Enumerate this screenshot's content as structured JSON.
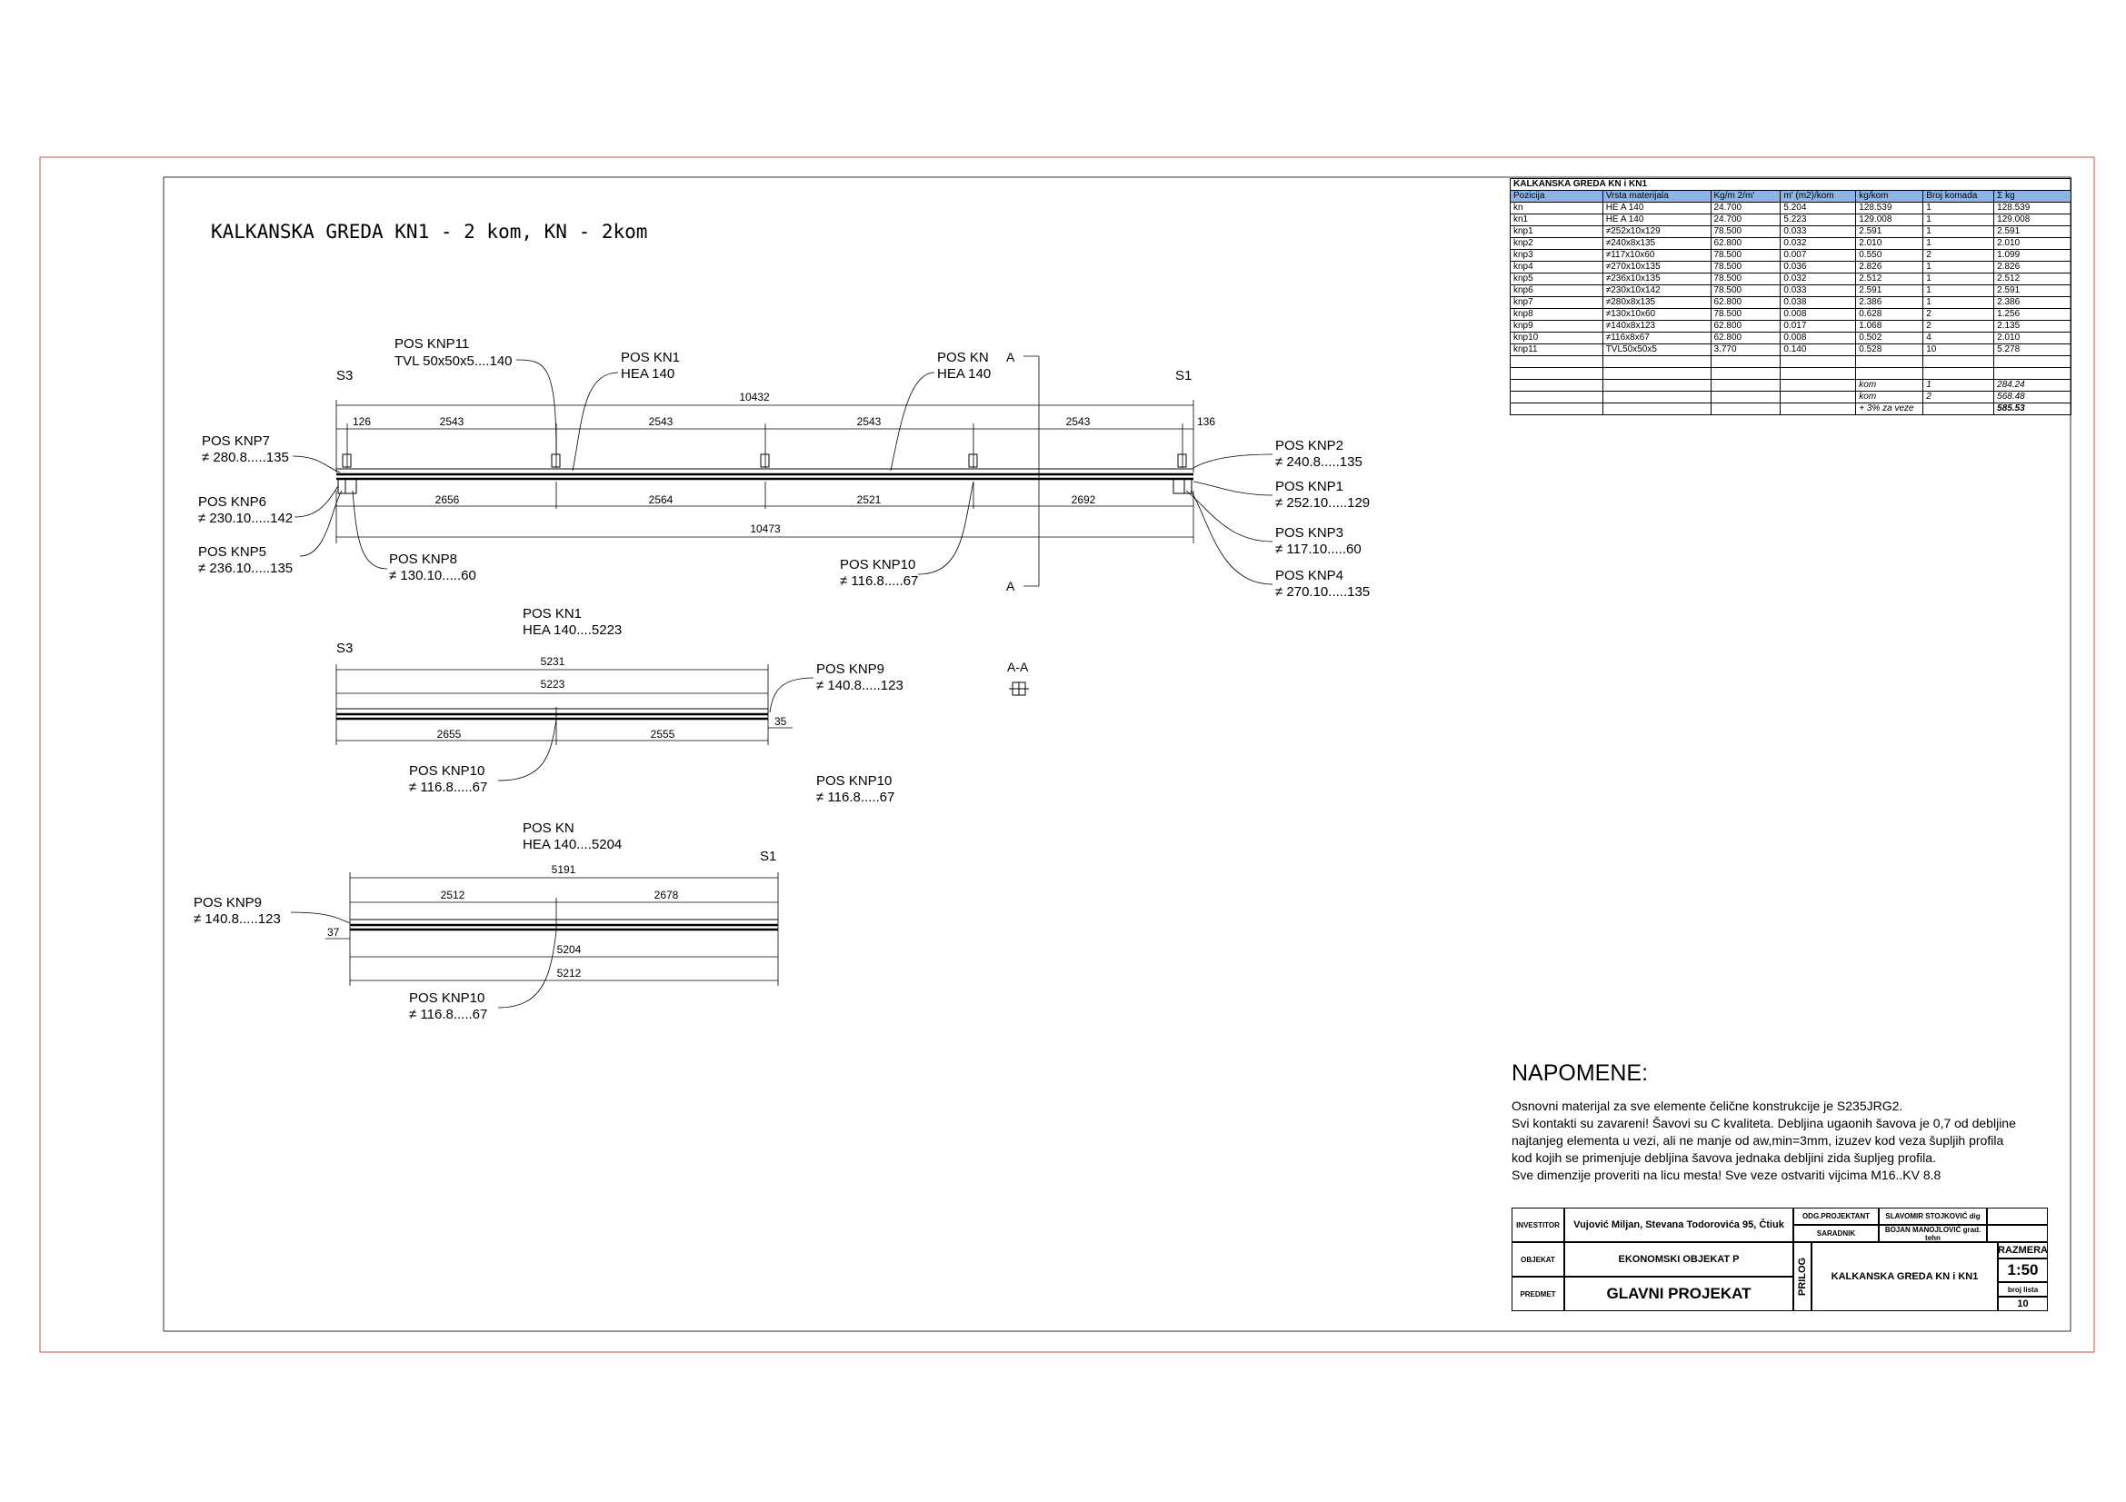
{
  "drawing": {
    "title": "KALKANSKA GREDA KN1 - 2 kom, KN - 2kom",
    "views": {
      "main": {
        "support_left": "S3",
        "support_right": "S1",
        "overall_top": "10432",
        "top_dims": [
          "126",
          "2543",
          "2543",
          "2543",
          "2543",
          "136"
        ],
        "bottom_dims": [
          "2656",
          "2564",
          "2521",
          "2692"
        ],
        "overall_bottom": "10473",
        "section_mark": "A",
        "labels": {
          "knp11": [
            "POS KNP11",
            "TVL 50x50x5....140"
          ],
          "kn1": [
            "POS KN1",
            "HEA 140"
          ],
          "kn": [
            "POS KN",
            "HEA 140"
          ],
          "knp7": [
            "POS KNP7",
            "≠ 280.8.....135"
          ],
          "knp6": [
            "POS KNP6",
            "≠ 230.10.....142"
          ],
          "knp5": [
            "POS KNP5",
            "≠ 236.10.....135"
          ],
          "knp8": [
            "POS KNP8",
            "≠ 130.10.....60"
          ],
          "knp10": [
            "POS KNP10",
            "≠ 116.8.....67"
          ],
          "knp2": [
            "POS KNP2",
            "≠ 240.8.....135"
          ],
          "knp1": [
            "POS KNP1",
            "≠ 252.10.....129"
          ],
          "knp3": [
            "POS KNP3",
            "≠ 117.10.....60"
          ],
          "knp4": [
            "POS KNP4",
            "≠ 270.10.....135"
          ]
        }
      },
      "kn1_detail": {
        "title": [
          "POS KN1",
          "HEA 140....5223"
        ],
        "support": "S3",
        "dim_outer": "5231",
        "dim_inner": "5223",
        "bottom_dims": [
          "2655",
          "2555"
        ],
        "end_dim": "35",
        "knp9": [
          "POS KNP9",
          "≠ 140.8.....123"
        ],
        "knp10_a": [
          "POS KNP10",
          "≠ 116.8.....67"
        ],
        "knp10_b": [
          "POS KNP10",
          "≠ 116.8.....67"
        ],
        "section_label": "A-A"
      },
      "kn_detail": {
        "title": [
          "POS KN",
          "HEA 140....5204"
        ],
        "support": "S1",
        "dim_top": "5191",
        "top_dims": [
          "2512",
          "2678"
        ],
        "end_dim": "37",
        "dim_inner": "5204",
        "dim_outer": "5212",
        "knp9": [
          "POS KNP9",
          "≠ 140.8.....123"
        ],
        "knp10": [
          "POS KNP10",
          "≠ 116.8.....67"
        ]
      }
    }
  },
  "bom": {
    "title": "KALKANSKA GREDA KN i KN1",
    "headers": [
      "Pozicija",
      "Vrsta materijala",
      "Kg/m 2/m'",
      "m' (m2)/kom",
      "kg/kom",
      "Broj komada",
      "Σ kg"
    ],
    "rows": [
      [
        "kn",
        "HE A 140",
        "24.700",
        "5.204",
        "128.539",
        "1",
        "128.539"
      ],
      [
        "kn1",
        "HE A 140",
        "24.700",
        "5.223",
        "129.008",
        "1",
        "129.008"
      ],
      [
        "knp1",
        "≠252x10x129",
        "78.500",
        "0.033",
        "2.591",
        "1",
        "2.591"
      ],
      [
        "knp2",
        "≠240x8x135",
        "62.800",
        "0.032",
        "2.010",
        "1",
        "2.010"
      ],
      [
        "knp3",
        "≠117x10x60",
        "78.500",
        "0.007",
        "0.550",
        "2",
        "1.099"
      ],
      [
        "knp4",
        "≠270x10x135",
        "78.500",
        "0.036",
        "2.826",
        "1",
        "2.826"
      ],
      [
        "knp5",
        "≠236x10x135",
        "78.500",
        "0.032",
        "2.512",
        "1",
        "2.512"
      ],
      [
        "knp6",
        "≠230x10x142",
        "78.500",
        "0.033",
        "2.591",
        "1",
        "2.591"
      ],
      [
        "knp7",
        "≠280x8x135",
        "62.800",
        "0.038",
        "2.386",
        "1",
        "2.386"
      ],
      [
        "knp8",
        "≠130x10x60",
        "78.500",
        "0.008",
        "0.628",
        "2",
        "1.256"
      ],
      [
        "knp9",
        "≠140x8x123",
        "62.800",
        "0.017",
        "1.068",
        "2",
        "2.135"
      ],
      [
        "knp10",
        "≠116x8x67",
        "62.800",
        "0.008",
        "0.502",
        "4",
        "2.010"
      ],
      [
        "knp11",
        "TVL50x50x5",
        "3.770",
        "0.140",
        "0.528",
        "10",
        "5.278"
      ]
    ],
    "totals": [
      [
        "kom",
        "1",
        "284.24"
      ],
      [
        "kom",
        "2",
        "568.48"
      ],
      [
        "+ 3% za veze",
        "",
        "585.53"
      ]
    ]
  },
  "notes": {
    "heading": "NAPOMENE:",
    "lines": [
      "Osnovni materijal za sve elemente čelične konstrukcije je S235JRG2.",
      "Svi kontakti su zavareni! Šavovi su  C kvaliteta. Debljina ugaonih šavova je 0,7 od debljine",
      "najtanjeg elementa u vezi, ali ne manje od aw,min=3mm, izuzev kod veza šupljih profila",
      "kod kojih se primenjuje debljina šavova jednaka debljini zida šupljeg profila.",
      "Sve dimenzije proveriti na licu mesta! Sve veze ostvariti vijcima M16..KV 8.8"
    ]
  },
  "title_block": {
    "investitor_label": "INVESTITOR",
    "investitor": "Vujović Miljan, Stevana Todorovića 95, Čtiuk",
    "objekat_label": "OBJEKAT",
    "objekat": "EKONOMSKI OBJEKAT  P",
    "predmet_label": "PREDMET",
    "predmet": "GLAVNI PROJEKAT",
    "odg_label": "ODG.PROJEKTANT",
    "odg": "SLAVOMIR STOJKOVIĆ dig",
    "saradnik_label": "SARADNIK",
    "saradnik": "BOJAN MANOJLOVIĆ grad. tehn",
    "prilog_label": "PRILOG",
    "prilog": "KALKANSKA GREDA KN i KN1",
    "razmera_label": "RAZMERA",
    "razmera": "1:50",
    "list_label": "broj lista",
    "list": "10"
  },
  "colors": {
    "frame": "#c0504d",
    "header": "#8eb4e3",
    "ink": "#000000"
  }
}
